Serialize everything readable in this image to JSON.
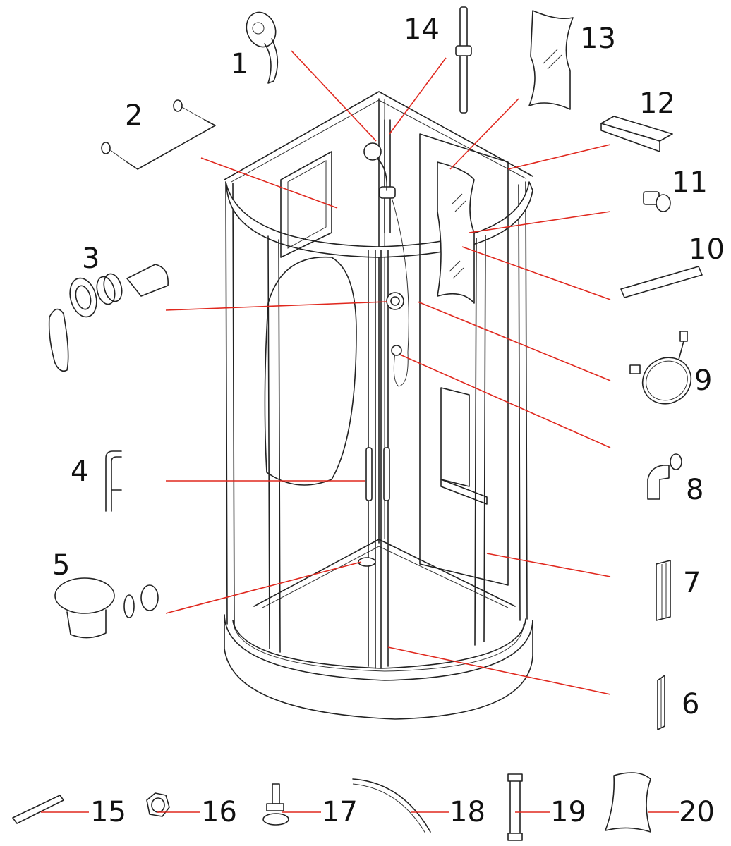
{
  "diagram": {
    "callouts": [
      {
        "id": "1",
        "label": "1"
      },
      {
        "id": "2",
        "label": "2"
      },
      {
        "id": "3",
        "label": "3"
      },
      {
        "id": "4",
        "label": "4"
      },
      {
        "id": "5",
        "label": "5"
      },
      {
        "id": "6",
        "label": "6"
      },
      {
        "id": "7",
        "label": "7"
      },
      {
        "id": "8",
        "label": "8"
      },
      {
        "id": "9",
        "label": "9"
      },
      {
        "id": "10",
        "label": "10"
      },
      {
        "id": "11",
        "label": "11"
      },
      {
        "id": "12",
        "label": "12"
      },
      {
        "id": "13",
        "label": "13"
      },
      {
        "id": "14",
        "label": "14"
      },
      {
        "id": "15",
        "label": "15"
      },
      {
        "id": "16",
        "label": "16"
      },
      {
        "id": "17",
        "label": "17"
      },
      {
        "id": "18",
        "label": "18"
      },
      {
        "id": "19",
        "label": "19"
      },
      {
        "id": "20",
        "label": "20"
      }
    ],
    "leader_color": "#e0281e",
    "line_color": "#222222"
  }
}
